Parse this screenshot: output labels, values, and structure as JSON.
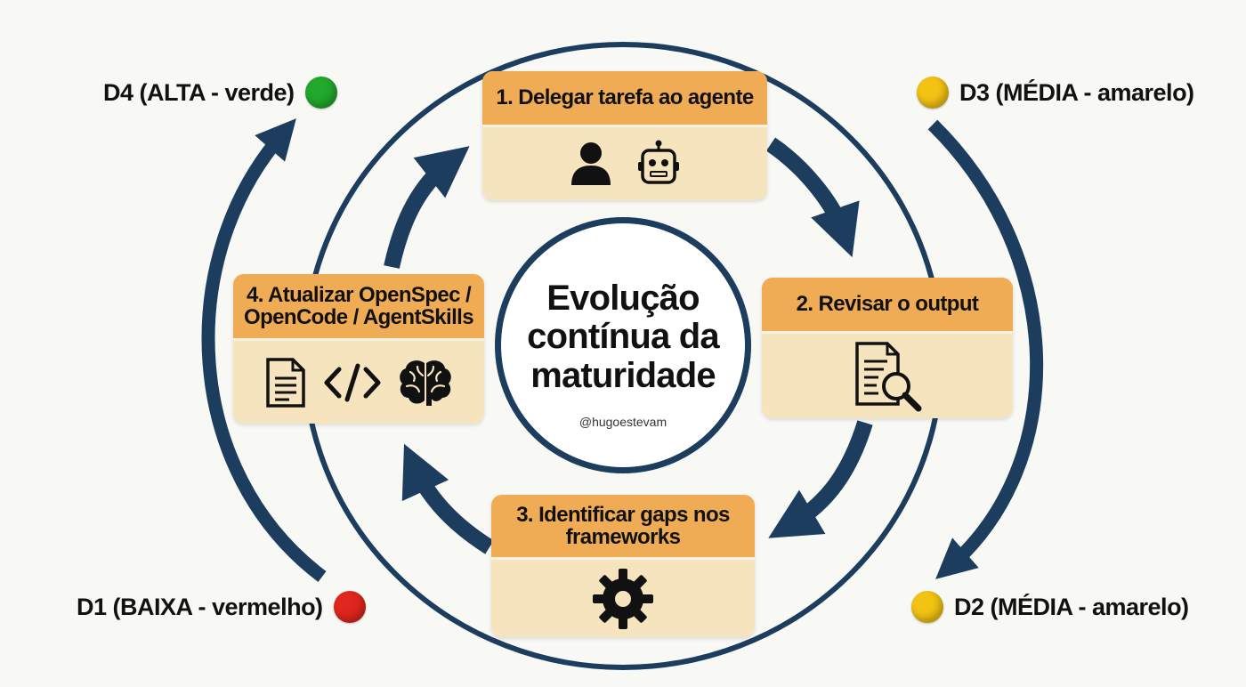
{
  "center": {
    "title": "Evolução contínua da maturidade",
    "handle": "@hugoestevam"
  },
  "steps": [
    {
      "label": "1. Delegar tarefa ao agente",
      "icons": [
        "person-icon",
        "robot-icon"
      ]
    },
    {
      "label": "2. Revisar o output",
      "icons": [
        "document-search-icon"
      ]
    },
    {
      "label": "3. Identificar gaps nos frameworks",
      "icons": [
        "gear-icon"
      ]
    },
    {
      "label": "4. Atualizar OpenSpec / OpenCode / AgentSkills",
      "icons": [
        "document-icon",
        "code-icon",
        "brain-icon"
      ]
    }
  ],
  "levels": {
    "d4": {
      "label": "D4 (ALTA - verde)",
      "color": "#22a82c"
    },
    "d3": {
      "label": "D3 (MÉDIA - amarelo)",
      "color": "#f2c313"
    },
    "d2": {
      "label": "D2 (MÉDIA - amarelo)",
      "color": "#f2c313"
    },
    "d1": {
      "label": "D1 (BAIXA - vermelho)",
      "color": "#e0261e"
    }
  },
  "colors": {
    "arrow": "#1d3d5e",
    "card_header": "#f0ab55",
    "card_body": "#f6e4bf"
  }
}
